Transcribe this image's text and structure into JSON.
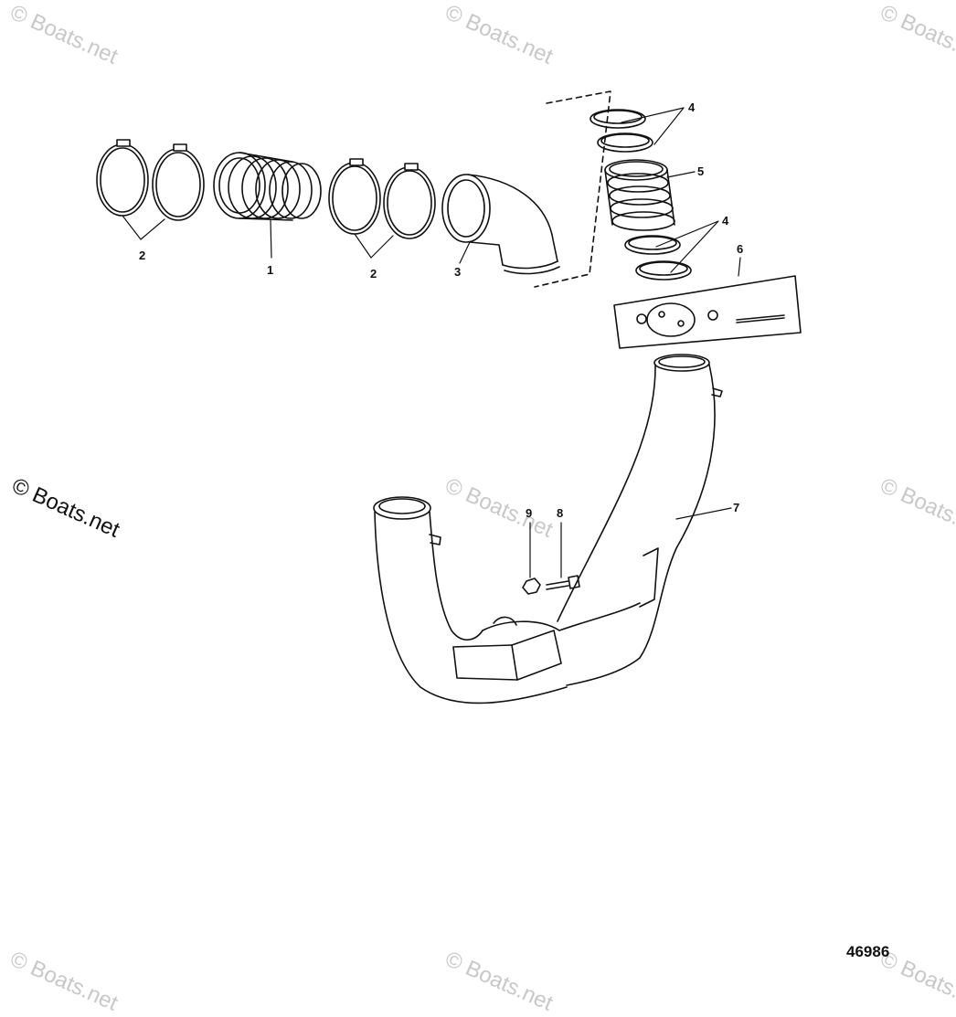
{
  "watermark": "© Boats.net",
  "figure_number": "46986",
  "callouts": {
    "c1": "1",
    "c2a": "2",
    "c2b": "2",
    "c3": "3",
    "c4a": "4",
    "c4b": "4",
    "c5": "5",
    "c6": "6",
    "c7": "7",
    "c8": "8",
    "c9": "9"
  },
  "colors": {
    "ink": "#111111",
    "watermark": "#c8c8c8"
  }
}
